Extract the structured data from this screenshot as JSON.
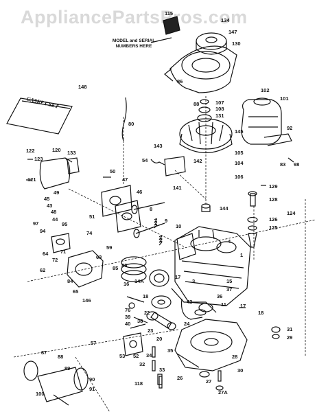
{
  "watermark": "AppliancePartsPros.com",
  "note": "MODEL and SERIAL NUMBERS HERE",
  "gasket_set": "GASKET SET",
  "callouts": {
    "c115": "115",
    "c134": "134",
    "c147": "147",
    "c130": "130",
    "c86": "86",
    "c148": "148",
    "c102": "102",
    "c101": "101",
    "c88": "88",
    "c107": "107",
    "c108": "108",
    "c131": "131",
    "c80": "80",
    "c145": "145",
    "c92": "92",
    "c83": "83",
    "c98": "98",
    "c105": "105",
    "c104": "104",
    "c106": "106",
    "c143": "143",
    "c142": "142",
    "c54": "54",
    "c122": "122",
    "c120": "120",
    "c123": "123",
    "c133": "133",
    "c121": "121",
    "c50": "50",
    "c47": "47",
    "c141": "141",
    "c129": "129",
    "c128": "128",
    "c124": "124",
    "c49": "49",
    "c45": "45",
    "c43": "43",
    "c48": "48",
    "c44": "44",
    "c46": "46",
    "c8": "8",
    "c144": "144",
    "c9": "9",
    "c126": "126",
    "c125": "125",
    "c97": "97",
    "c95": "95",
    "c51": "51",
    "c10": "10",
    "c94": "94",
    "c74": "74",
    "c4": "4",
    "c64": "64",
    "c71": "71",
    "c59": "59",
    "c1": "1",
    "c72": "72",
    "c63": "63",
    "c62": "62",
    "c85": "85",
    "c84": "84",
    "c86b": "86",
    "c65": "65",
    "c16": "16",
    "c14a": "14A",
    "c3": "3",
    "c146": "146",
    "c17a": "17",
    "c15": "15",
    "c18": "18",
    "c37": "37",
    "c42": "42",
    "c36": "36",
    "c11": "11",
    "c76": "76",
    "c39": "39",
    "c38": "38",
    "c40": "40",
    "c22": "22",
    "c17": "17",
    "c18b": "18",
    "c24": "24",
    "c23": "23",
    "c20": "20",
    "c31": "31",
    "c29": "29",
    "c57": "57",
    "c53": "53",
    "c52": "52",
    "c34": "34",
    "c35": "35",
    "c32": "32",
    "c87": "87",
    "c88b": "88",
    "c89": "89",
    "c28": "28",
    "c33": "33",
    "c90": "90",
    "c91": "91",
    "c30": "30",
    "c26": "26",
    "c27": "27",
    "c118": "118",
    "c100": "100",
    "c27a": "27A"
  }
}
